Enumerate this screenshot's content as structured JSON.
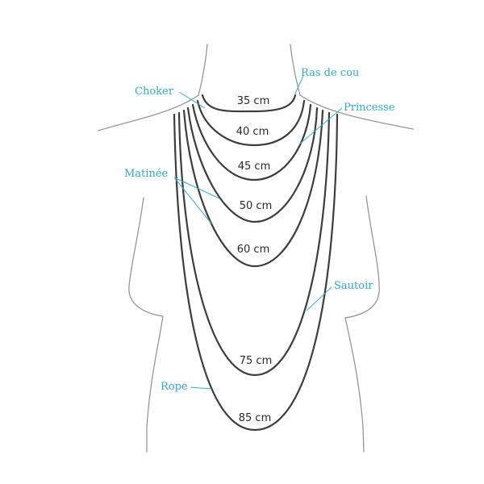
{
  "diagram": {
    "lengths": [
      "35 cm",
      "40 cm",
      "45 cm",
      "50 cm",
      "60 cm",
      "75 cm",
      "85 cm"
    ],
    "styles": {
      "ras_de_cou": "Ras de cou",
      "choker": "Choker",
      "princesse": "Princesse",
      "matinee": "Matinée",
      "sautoir": "Sautoir",
      "rope": "Rope"
    }
  },
  "colors": {
    "label": "#2fa9c6",
    "leader": "#3aaec8",
    "chain": "#3d3d3d",
    "outline": "#8f8f8f"
  }
}
